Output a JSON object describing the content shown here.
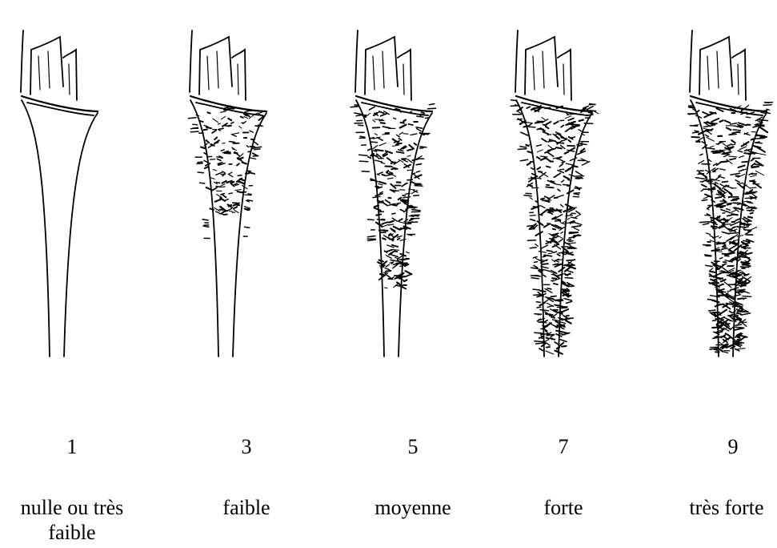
{
  "scale": {
    "levels": [
      {
        "score": "1",
        "label": "nulle ou très faible",
        "hair_density": 0
      },
      {
        "score": "3",
        "label": "faible",
        "hair_density": 0.3
      },
      {
        "score": "5",
        "label": "moyenne",
        "hair_density": 0.5
      },
      {
        "score": "7",
        "label": "forte",
        "hair_density": 0.75
      },
      {
        "score": "9",
        "label": "très forte",
        "hair_density": 1.0
      }
    ]
  }
}
